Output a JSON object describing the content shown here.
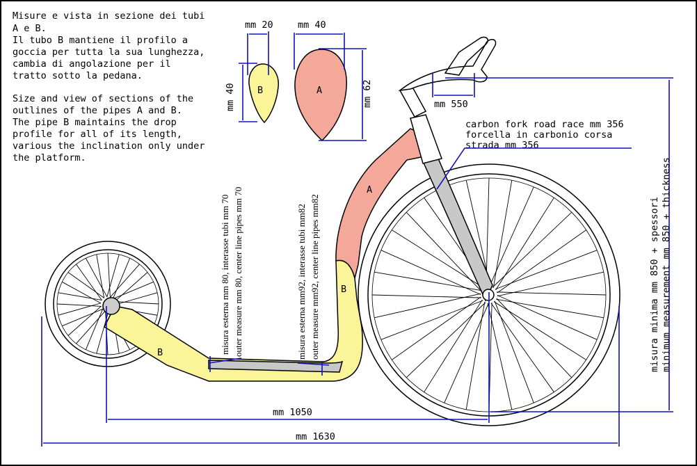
{
  "description_it": [
    "Misure e vista in sezione dei tubi",
    "A e B.",
    "Il tubo B mantiene il profilo a",
    "goccia per tutta la sua lunghezza,",
    "cambia di angolazione per il",
    "tratto sotto la pedana."
  ],
  "description_en": [
    "Size and view of sections of the",
    "outlines of the pipes A and B.",
    "The pipe B maintains the drop",
    "profile  for all of its length,",
    "various the inclination only under",
    "the platform."
  ],
  "section_b": {
    "label": "B",
    "width": "mm 20",
    "height": "mm 40"
  },
  "section_a": {
    "label": "A",
    "width": "mm 40",
    "height": "mm 62"
  },
  "tube_labels": {
    "a": "A",
    "b_front": "B",
    "b_rear": "B"
  },
  "rear_note": [
    "misura esterna mm 80, interasse tubi mm 70",
    "outer measure mm 80, center line pipes mm 70"
  ],
  "front_note": [
    "misura esterna mm92, interasse tubi mm82",
    "outer measure mm92, center line pipes mm82"
  ],
  "handlebar_width": "mm 550",
  "fork_note": [
    "carbon fork road race mm 356",
    "forcella in carbonio corsa",
    "strada mm 356"
  ],
  "height_note": [
    "misura minima mm 850 + spessori",
    "minimum measurement mm 850 + thickness"
  ],
  "wheelbase": "mm 1050",
  "overall_length": "mm 1630",
  "colors": {
    "tube_a": "#f4a89a",
    "tube_b": "#fbf59a",
    "fork": "#c8c8c8",
    "dimension": "#1010c0"
  }
}
